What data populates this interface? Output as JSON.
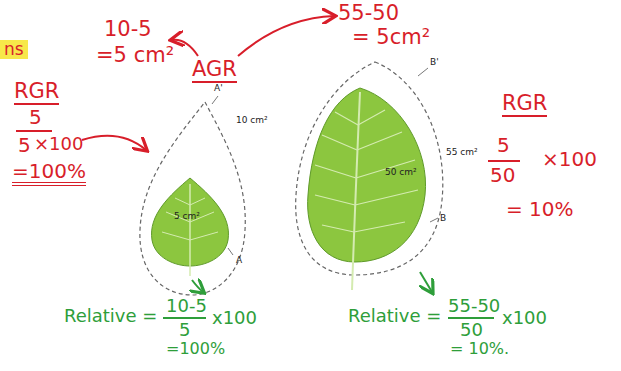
{
  "diagram": {
    "labels": [
      "ns",
      "10-5",
      "=5 cm²",
      "AGR",
      "55-50",
      "= 5cm²",
      "RGR",
      "5",
      "5",
      "×100",
      "=100%",
      "RGR",
      "5",
      "50",
      "×100",
      "= 10%",
      "A'",
      "10 cm²",
      "5 cm²",
      "A",
      "B'",
      "55 cm²",
      "50 cm²",
      "B",
      "Relative =",
      "10-5",
      "5",
      "x100",
      "=100%",
      "Relative =",
      "55-50",
      "50",
      "x100",
      "= 10%."
    ]
  }
}
